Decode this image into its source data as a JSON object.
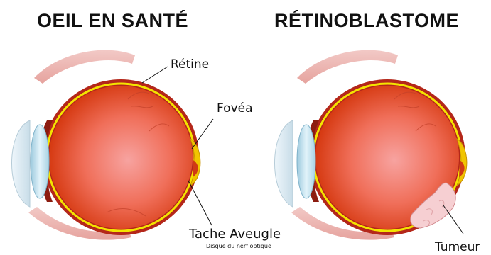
{
  "panels": {
    "healthy": {
      "title": "OEIL EN SANTÉ",
      "labels": {
        "retina": "Rétine",
        "fovea": "Fovéa",
        "blind_spot": "Tache Aveugle",
        "optic_disc": "Disque du nerf optique"
      }
    },
    "retinoblastoma": {
      "title": "RÉTINOBLASTOME",
      "labels": {
        "tumor": "Tumeur"
      }
    }
  },
  "colors": {
    "eyeball_center": "#f7a3a0",
    "eyeball_edge": "#d63a12",
    "retina": "#f4e400",
    "sclera": "#b4271a",
    "lens": "#c6e3f0",
    "tumor": "#f6cfd2",
    "optic_nerve": "#f1c500"
  }
}
